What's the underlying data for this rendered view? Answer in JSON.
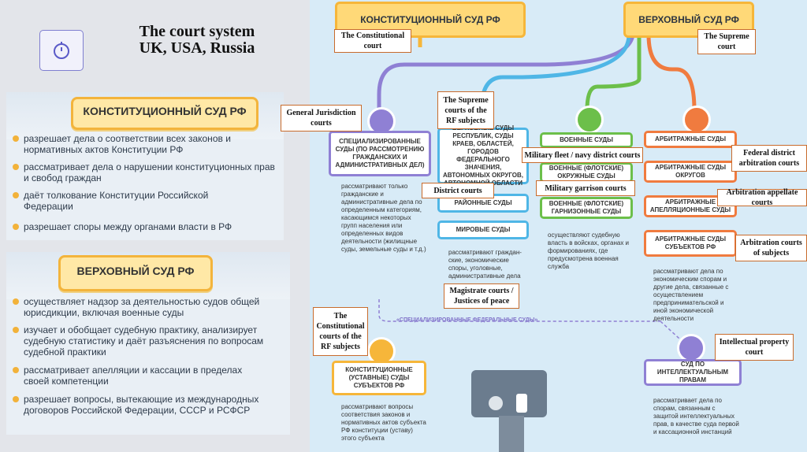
{
  "title": {
    "line1": "The court system",
    "line2": "UK, USA, Russia"
  },
  "app_icon": "power-timer-icon",
  "left_panels": {
    "constitutional": {
      "header": "КОНСТИТУЦИОННЫЙ СУД РФ",
      "bullets": [
        "разрешает дела о соответствии всех законов и нормативных актов Конституции РФ",
        "рассматривает дела о нарушении конституционных прав и свобод граждан",
        "даёт толкование Конституции Российской Федерации",
        "разрешает споры между органами власти в РФ"
      ]
    },
    "supreme": {
      "header": "ВЕРХОВНЫЙ СУД РФ",
      "bullets": [
        "осуществляет надзор за деятельностью судов общей юрисдикции, включая военные суды",
        "изучает и обобщает судебную практику, анализирует судебную статистику и даёт разъяснения по вопросам судебной практики",
        "рассматривает апелляции и кассации в пределах своей компетенции",
        "разрешает вопросы, вытекающие из международных договоров Российской Федерации, СССР и РСФСР"
      ]
    }
  },
  "infographic": {
    "top_constitutional": "КОНСТИТУЦИОННЫЙ СУД РФ",
    "top_supreme": "ВЕРХОВНЫЙ СУД РФ",
    "general": {
      "card": "СПЕЦИАЛИЗИРОВАННЫЕ СУДЫ (ПО РАССМОТРЕНИЮ ГРАЖДАНСКИХ И АДМИНИСТРАТИВНЫХ ДЕЛ)",
      "desc": "рассматривают только гражданские и административные дела по определенным категориям, касающимся некоторых групп населения или определенных видов деятельности (жилищные суды, земельные суды и т.д.)"
    },
    "regional": {
      "card": "ВЕРХОВНЫЕ СУДЫ РЕСПУБЛИК, СУДЫ КРАЕВ, ОБЛАСТЕЙ, ГОРОДОВ ФЕДЕРАЛЬНОГО ЗНАЧЕНИЯ, АВТОНОМНЫХ ОКРУГОВ, АВТОНОМНОЙ ОБЛАСТИ",
      "district": "РАЙОННЫЕ СУДЫ",
      "world": "МИРОВЫЕ СУДЫ",
      "desc": "рассматривают граждан-ские, экономические споры, уголовные, административные дела"
    },
    "military": {
      "header": "ВОЕННЫЕ СУДЫ",
      "fleet": "ВОЕННЫЕ (ФЛОТСКИЕ) ОКРУЖНЫЕ СУДЫ",
      "garrison": "ВОЕННЫЕ (ФЛОТСКИЕ) ГАРНИЗОННЫЕ СУДЫ",
      "desc": "осуществляют судебную власть в войсках, органах и формированиях, где предусмотрена военная служба"
    },
    "arbitration": {
      "header": "АРБИТРАЖНЫЕ СУДЫ",
      "district": "АРБИТРАЖНЫЕ СУДЫ ОКРУГОВ",
      "appeal": "АРБИТРАЖНЫЕ АПЕЛЛЯЦИОННЫЕ СУДЫ",
      "subjects": "АРБИТРАЖНЫЕ СУДЫ СУБЪЕКТОВ РФ",
      "desc": "рассматривают дела по экономическим спорам и другие дела, связанные с осуществлением предпринимательской и иной экономической деятельности"
    },
    "specialized_line": "«СПЕЦИАЛИЗИРОВАННЫЕ ФЕДЕРАЛЬНЫЕ СУДЫ»",
    "subject_constitutional": {
      "card": "КОНСТИТУЦИОННЫЕ (УСТАВНЫЕ) СУДЫ СУБЪЕКТОВ РФ",
      "desc": "рассматривают вопросы соответствия законов и нормативных актов субъекта РФ конституции (уставу) этого субъекта"
    },
    "ip": {
      "card": "СУД ПО ИНТЕЛЛЕКТУАЛЬНЫМ ПРАВАМ",
      "desc": "рассматривает дела по спорам, связанным с защитой интеллектуальных прав, в качестве суда первой и кассационной инстанций"
    }
  },
  "labels": {
    "constitutional": "The Constitutional court",
    "supreme": "The Supreme court",
    "general": "General Jurisdiction courts",
    "supreme_subjects": "The Supreme courts of the RF subjects",
    "fleet": "Military fleet / navy district courts",
    "garrison": "Military garrison courts",
    "district": "District courts",
    "magistrate": "Magistrate courts / Justices of peace",
    "fed_district_arb": "Federal district arbitration courts",
    "arb_appellate": "Arbitration appellate courts",
    "arb_subjects": "Arbitration courts of subjects",
    "subject_constitutional": "The Constitutional courts of the RF subjects",
    "ip": "Intellectual property court"
  },
  "colors": {
    "accent_yellow": "#f6b63a",
    "purple": "#8f80d4",
    "blue": "#4fb6e6",
    "green": "#6cbf4a",
    "orange": "#f07b3f",
    "label_border": "#c86b2c"
  }
}
